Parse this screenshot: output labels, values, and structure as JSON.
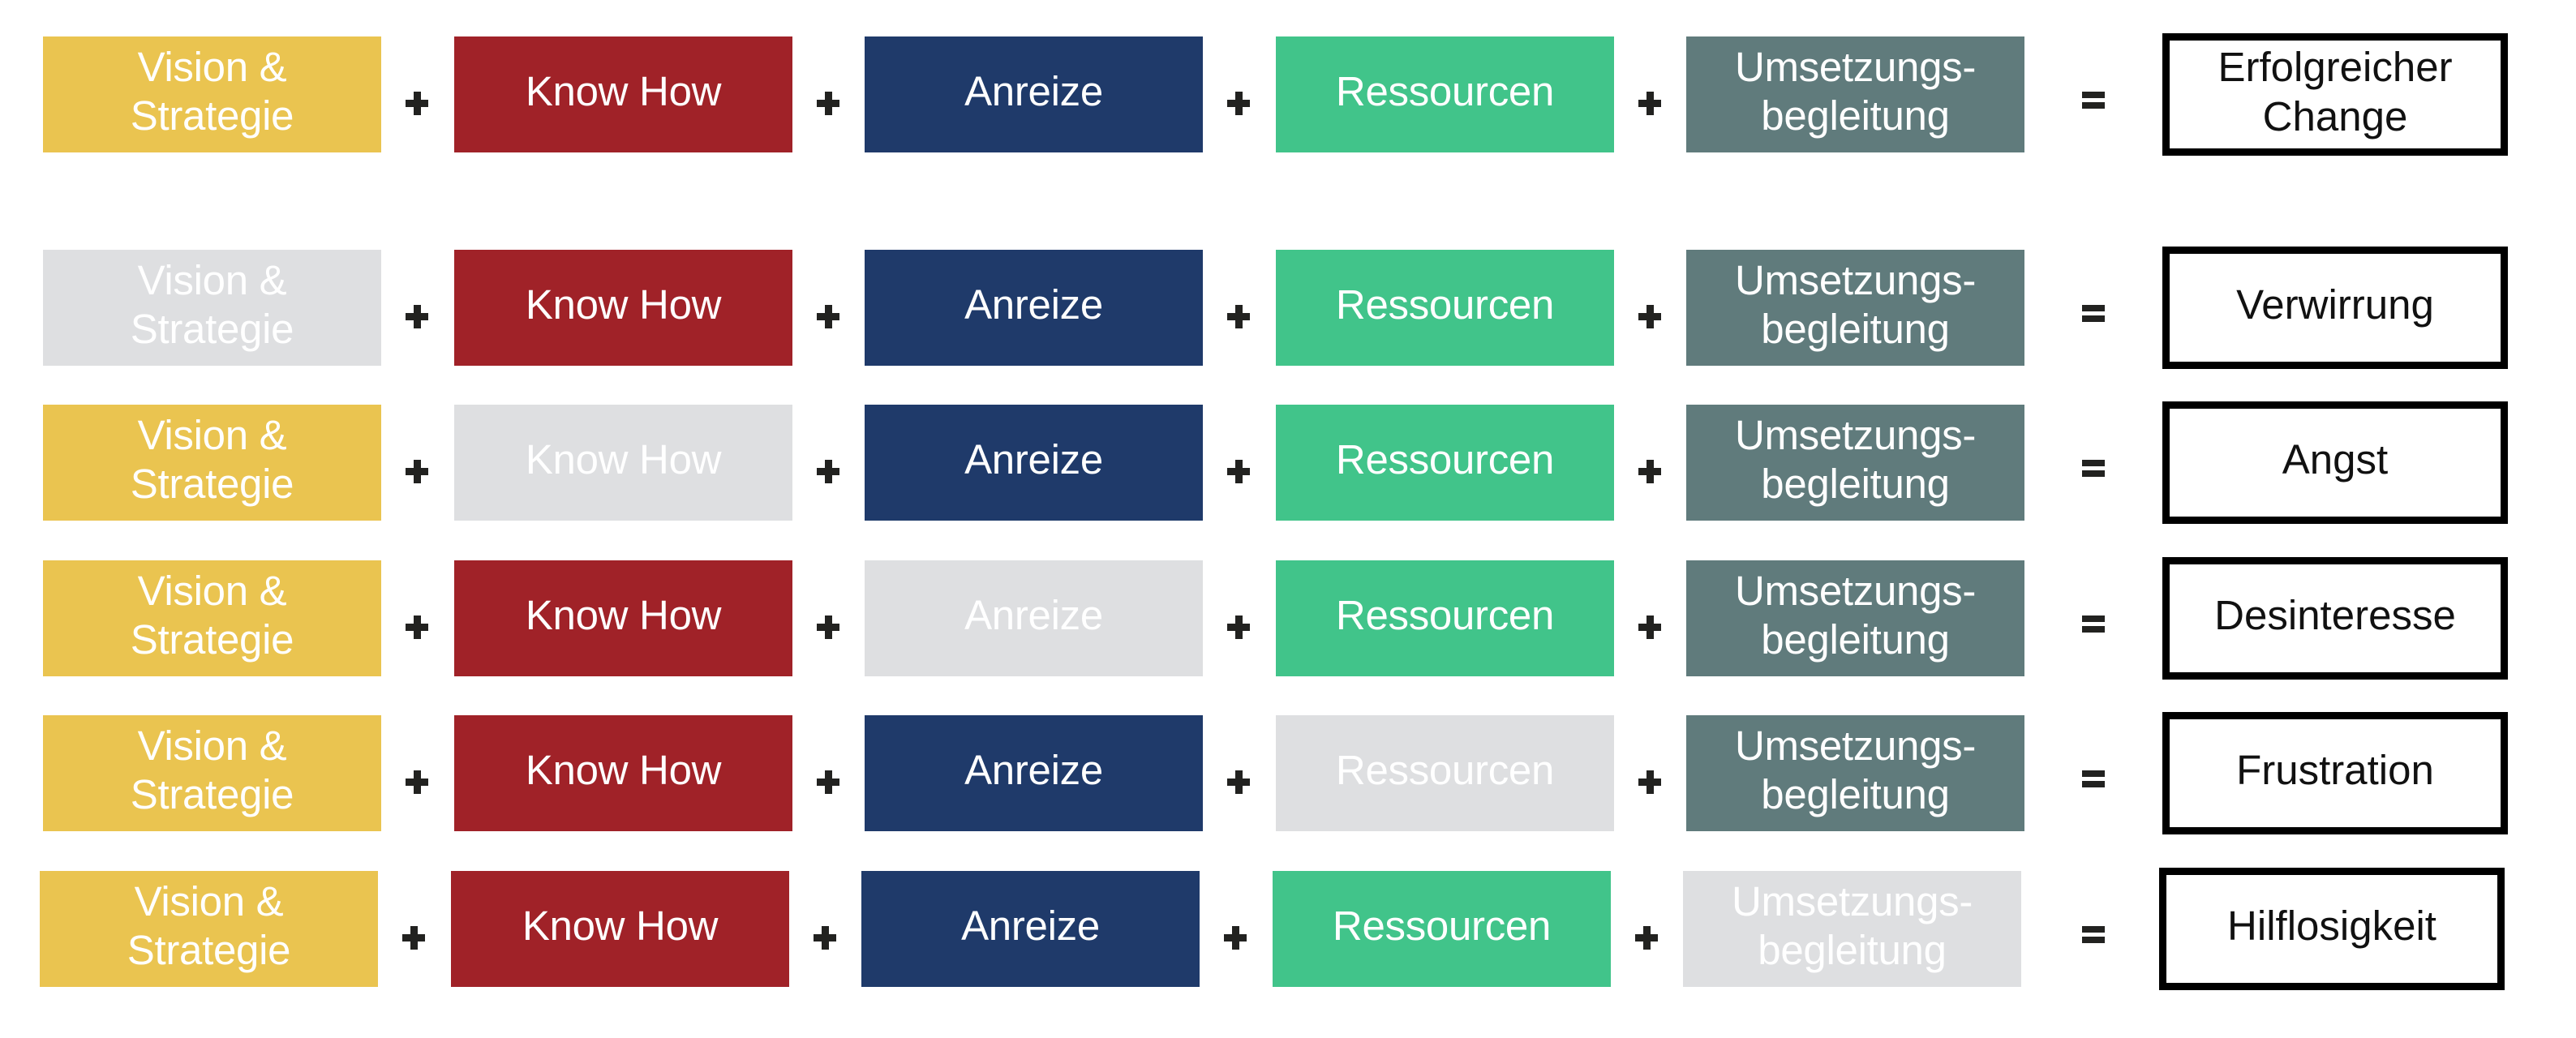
{
  "colors": {
    "vision": "#EAC450",
    "knowhow": "#A02228",
    "anreize": "#1F3A6A",
    "ressourcen": "#41C48A",
    "umsetzung": "#607B7C",
    "missing": "#DEDFE1",
    "operator": "#222220",
    "result_border": "#000000"
  },
  "operators": {
    "plus": "+",
    "equals": "="
  },
  "factors": [
    {
      "key": "vision",
      "line1": "Vision &",
      "line2": "Strategie"
    },
    {
      "key": "knowhow",
      "line1": "Know How",
      "line2": ""
    },
    {
      "key": "anreize",
      "line1": "Anreize",
      "line2": ""
    },
    {
      "key": "ressourcen",
      "line1": "Ressourcen",
      "line2": ""
    },
    {
      "key": "umsetzung",
      "line1": "Umsetzungs-",
      "line2": "begleitung"
    }
  ],
  "rows": [
    {
      "missing": null,
      "result_line1": "Erfolgreicher",
      "result_line2": "Change"
    },
    {
      "missing": "vision",
      "result_line1": "Verwirrung",
      "result_line2": ""
    },
    {
      "missing": "knowhow",
      "result_line1": "Angst",
      "result_line2": ""
    },
    {
      "missing": "anreize",
      "result_line1": "Desinteresse",
      "result_line2": ""
    },
    {
      "missing": "ressourcen",
      "result_line1": "Frustration",
      "result_line2": ""
    },
    {
      "missing": "umsetzung",
      "result_line1": "Hilflosigkeit",
      "result_line2": ""
    }
  ]
}
